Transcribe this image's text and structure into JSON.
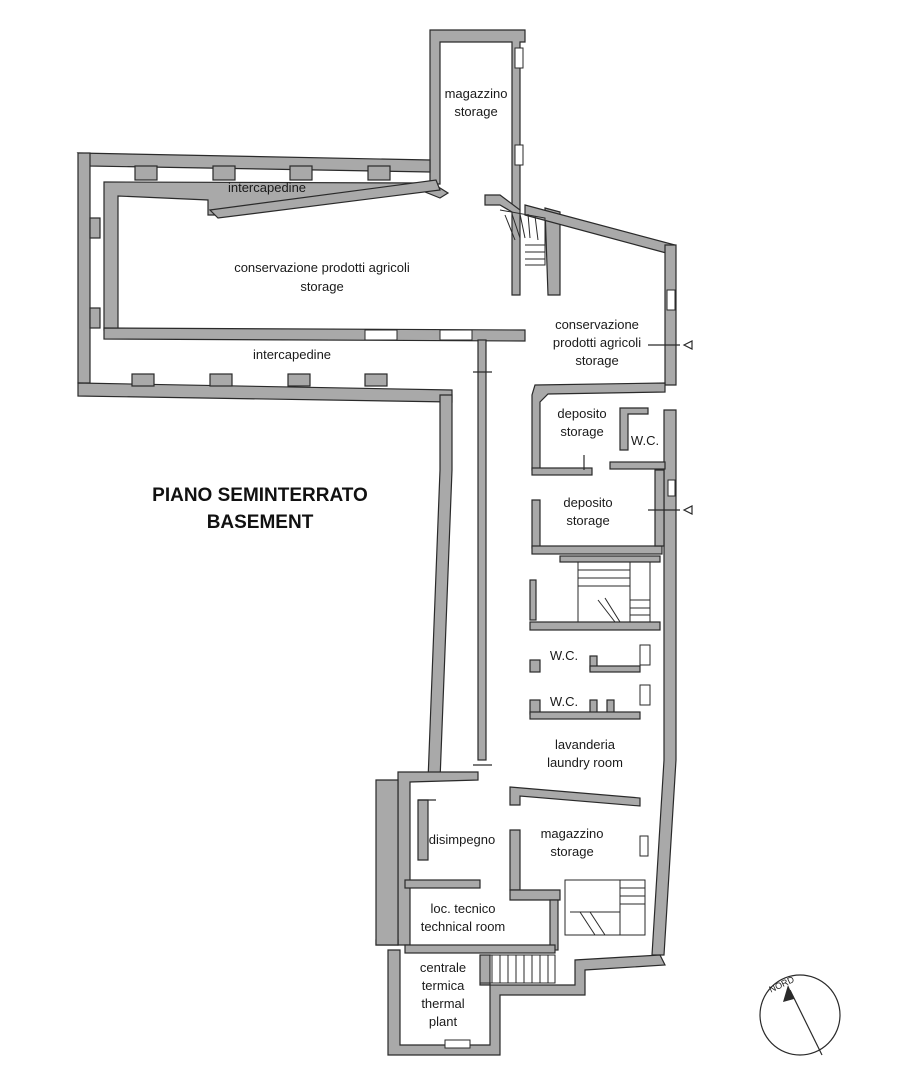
{
  "title_it": "PIANO SEMINTERRATO",
  "title_en": "BASEMENT",
  "north_label": "NORD",
  "rooms": {
    "magazzino_top": [
      "magazzino",
      "storage"
    ],
    "intercapedine_top": [
      "intercapedine"
    ],
    "conservazione_main": [
      "conservazione prodotti agricoli",
      "storage"
    ],
    "intercapedine_bottom": [
      "intercapedine"
    ],
    "conservazione_right": [
      "conservazione",
      "prodotti agricoli",
      "storage"
    ],
    "deposito_1": [
      "deposito",
      "storage"
    ],
    "wc_1": [
      "W.C."
    ],
    "deposito_2": [
      "deposito",
      "storage"
    ],
    "wc_2": [
      "W.C."
    ],
    "wc_3": [
      "W.C."
    ],
    "lavanderia": [
      "lavanderia",
      "laundry room"
    ],
    "disimpegno": [
      "disimpegno"
    ],
    "magazzino_bottom": [
      "magazzino",
      "storage"
    ],
    "loc_tecnico": [
      "loc. tecnico",
      "technical room"
    ],
    "centrale_termica": [
      "centrale",
      "termica",
      "thermal",
      "plant"
    ]
  },
  "colors": {
    "wall": "#a9a9a9",
    "line": "#2a2a2a",
    "text": "#1a1a1a"
  }
}
